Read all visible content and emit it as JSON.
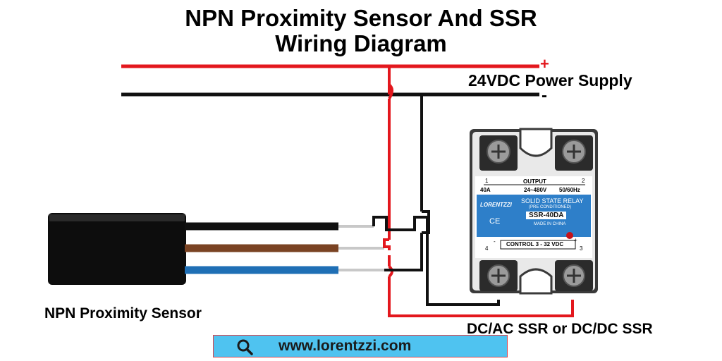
{
  "title": {
    "line1": "NPN Proximity Sensor And SSR",
    "line2": "Wiring Diagram"
  },
  "power_supply": {
    "label": "24VDC Power Supply",
    "plus": "+",
    "minus": "-"
  },
  "sensor": {
    "label": "NPN Proximity Sensor",
    "wires": [
      "black",
      "brown",
      "blue"
    ]
  },
  "ssr": {
    "label": "DC/AC SSR or DC/DC SSR",
    "output": "OUTPUT",
    "pin1": "1",
    "pin2": "2",
    "pin3": "3",
    "pin4": "4",
    "rating_a": "40A",
    "rating_v": "24~480V",
    "rating_hz": "50/60Hz",
    "brand": "LORENTZZI",
    "name": "SOLID STATE RELAY",
    "sub": "(PRE CONDITIONED)",
    "model": "SSR-40DA",
    "origin": "MADE IN CHINA",
    "ce": "CE",
    "control": "CONTROL 3 - 32 VDC",
    "minus_mark": "-",
    "plus_mark": "+"
  },
  "website": {
    "url": "www.lorentzzi.com"
  },
  "colors": {
    "red": "#e3171d",
    "black": "#111111",
    "brown": "#7a4323",
    "blue": "#1f6fb5",
    "ssr_blue": "#2e7fc9",
    "url_bar": "#4fc3f0"
  }
}
